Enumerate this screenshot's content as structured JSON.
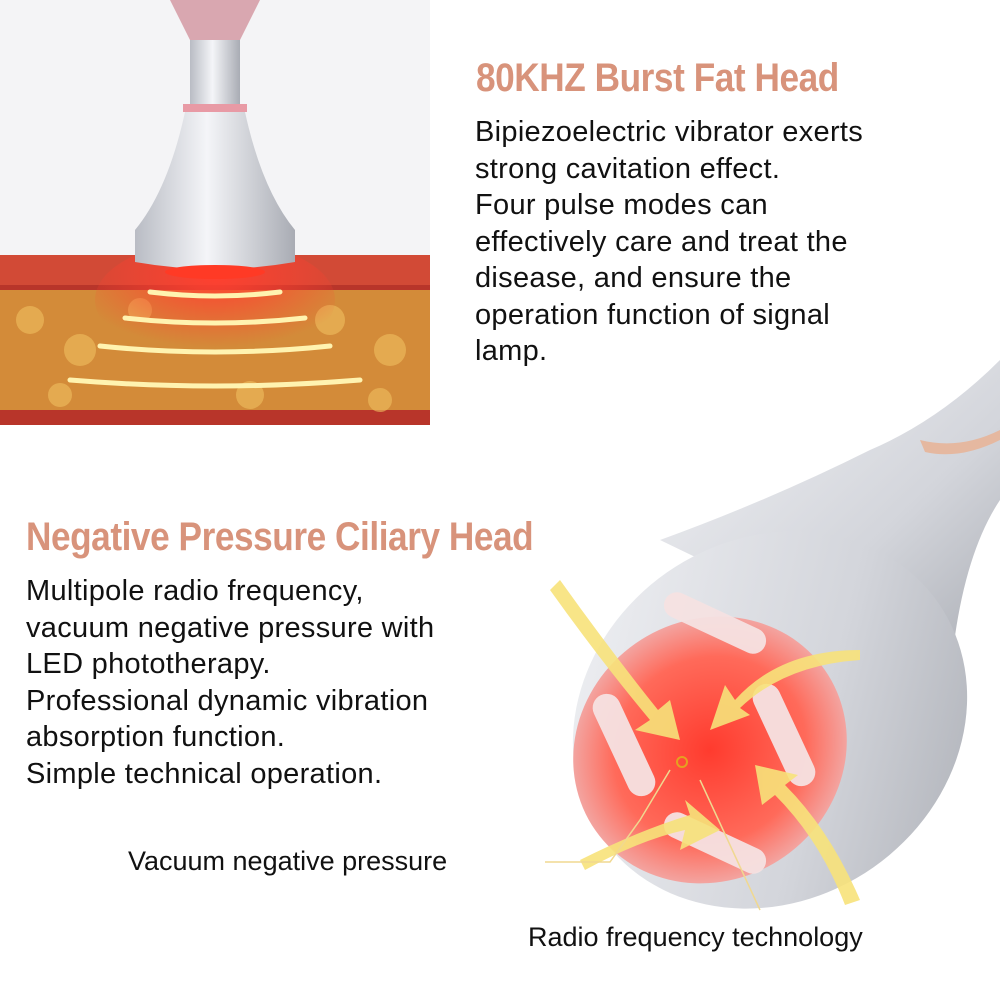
{
  "section1": {
    "heading": "80KHZ Burst Fat Head",
    "lines": [
      "Bipiezoelectric vibrator exerts",
      "strong cavitation effect.",
      "Four pulse modes can",
      "effectively care and treat the",
      "disease, and ensure the",
      "operation function of signal",
      "lamp."
    ]
  },
  "section2": {
    "heading": "Negative Pressure Ciliary Head",
    "lines": [
      "Multipole radio frequency,",
      "vacuum negative pressure with",
      "LED phototherapy.",
      "Professional dynamic vibration",
      "absorption function.",
      "Simple technical operation."
    ]
  },
  "labels": {
    "vacuum": "Vacuum negative pressure",
    "rf": "Radio frequency technology"
  },
  "colors": {
    "heading": "#d8937b",
    "skin": "#c8402c",
    "fat": "#e0a040"
  }
}
